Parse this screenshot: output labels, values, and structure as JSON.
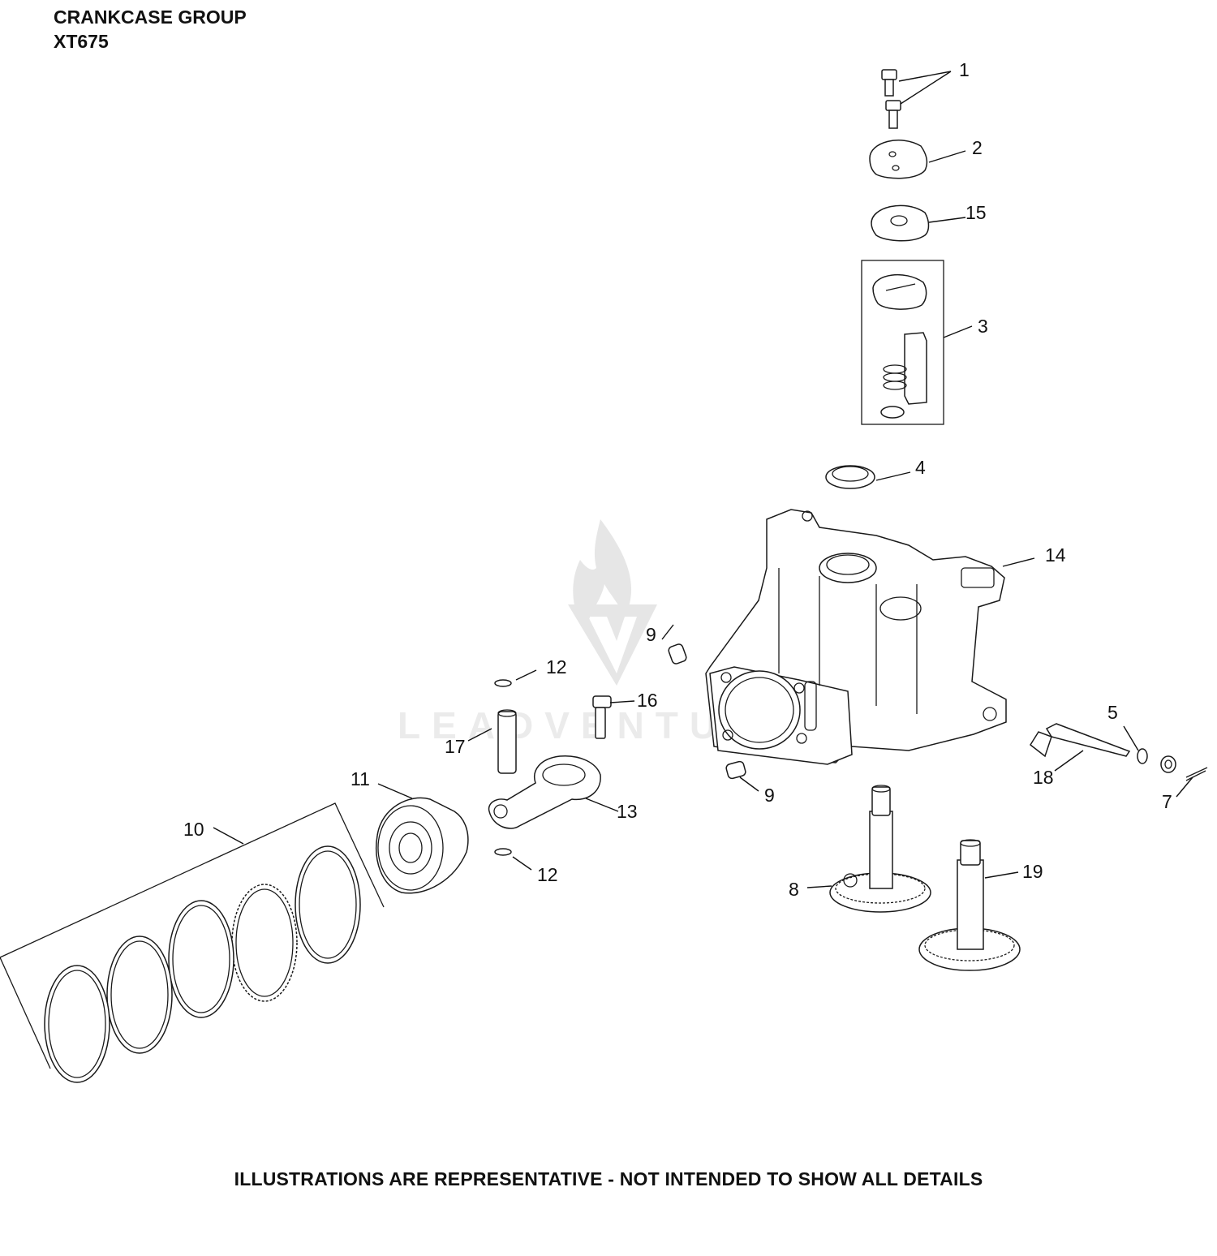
{
  "header": {
    "title_line1": "CRANKCASE GROUP",
    "title_line2": "XT675"
  },
  "footer": {
    "note": "ILLUSTRATIONS ARE REPRESENTATIVE - NOT INTENDED TO SHOW ALL DETAILS"
  },
  "watermark": {
    "text": "LEADVENTURE"
  },
  "callouts": {
    "c1": "1",
    "c2": "2",
    "c3": "3",
    "c4": "4",
    "c5": "5",
    "c7": "7",
    "c8": "8",
    "c9a": "9",
    "c9b": "9",
    "c10": "10",
    "c11": "11",
    "c12a": "12",
    "c12b": "12",
    "c13": "13",
    "c14": "14",
    "c15": "15",
    "c16": "16",
    "c17": "17",
    "c18": "18",
    "c19": "19"
  }
}
